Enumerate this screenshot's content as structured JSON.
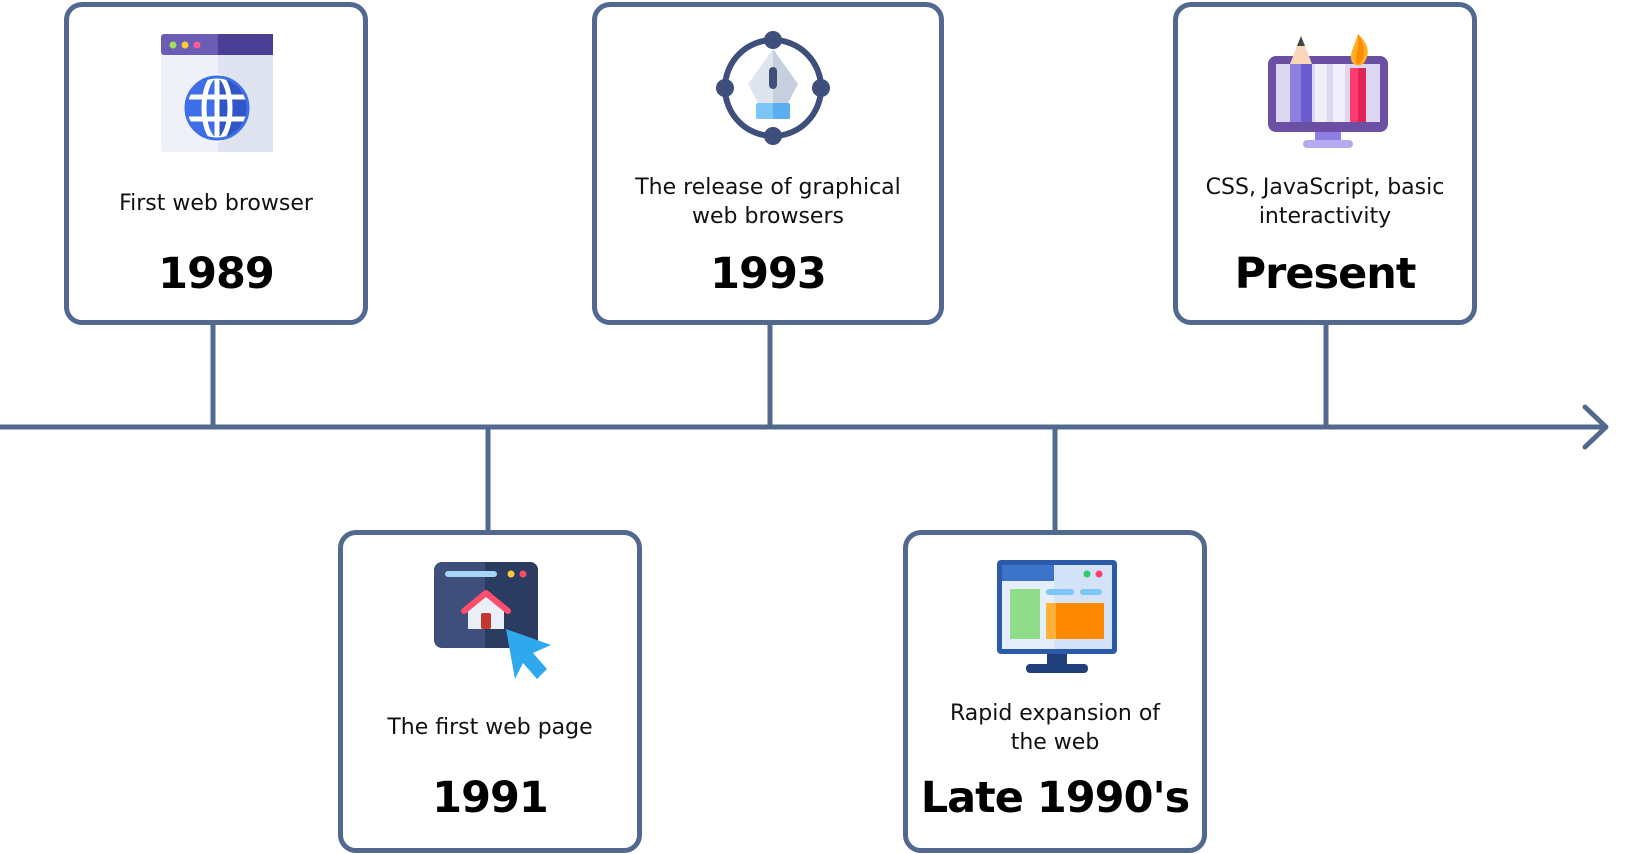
{
  "timeline": {
    "line_color": "#53688f",
    "events": [
      {
        "id": "1989",
        "caption": "First web browser",
        "year": "1989",
        "icon": "browser-globe-icon"
      },
      {
        "id": "1991",
        "caption": "The first web page",
        "year": "1991",
        "icon": "webpage-home-cursor-icon"
      },
      {
        "id": "1993",
        "caption": "The release of graphical web browsers",
        "year": "1993",
        "icon": "pen-tool-icon"
      },
      {
        "id": "late-1990s",
        "caption": "Rapid expansion of the web",
        "year": "Late 1990's",
        "icon": "monitor-layout-icon"
      },
      {
        "id": "present",
        "caption": "CSS, JavaScript, basic interactivity",
        "year": "Present",
        "icon": "monitor-pencil-brush-icon"
      }
    ]
  }
}
